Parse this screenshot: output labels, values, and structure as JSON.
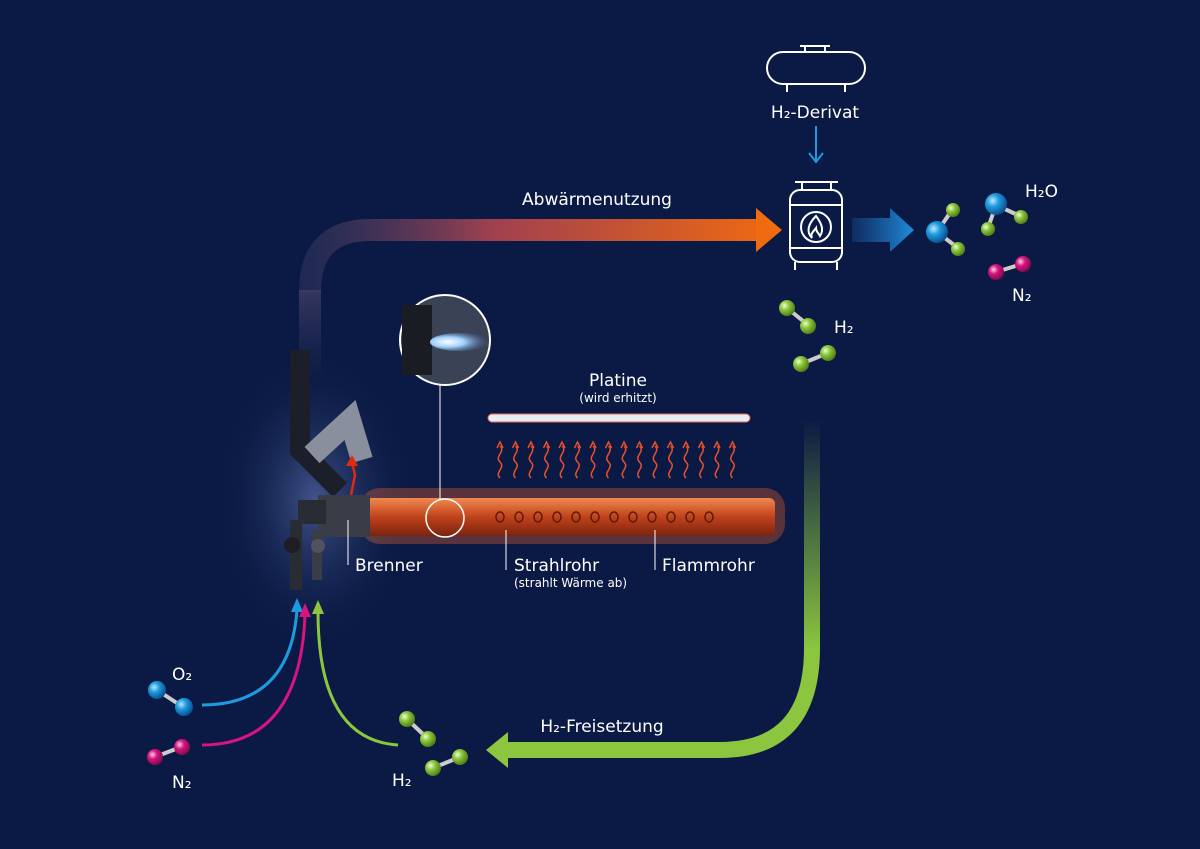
{
  "labels": {
    "h2_derivat": "H₂-Derivat",
    "abwaermenutzung": "Abwärmenutzung",
    "h2o": "H₂O",
    "n2_right": "N₂",
    "h2_right": "H₂",
    "platine": "Platine",
    "platine_note": "(wird erhitzt)",
    "brenner": "Brenner",
    "strahlrohr": "Strahlrohr",
    "strahlrohr_note": "(strahlt Wärme ab)",
    "flammrohr": "Flammrohr",
    "o2": "O₂",
    "n2_left": "N₂",
    "h2_freisetzung": "H₂-Freisetzung",
    "h2_left": "H₂"
  },
  "colors": {
    "background": "#0b1a44",
    "waste_heat_arrow": "#f06a10",
    "hydrogen_green": "#8cc63f",
    "oxygen_blue": "#1e9be0",
    "nitrogen_magenta": "#d6157f",
    "tube_orange": "#e8632a"
  },
  "icons": [
    "tank-icon",
    "reactor-flame-icon",
    "molecule-icon",
    "burner-device",
    "magnifier-inset"
  ]
}
